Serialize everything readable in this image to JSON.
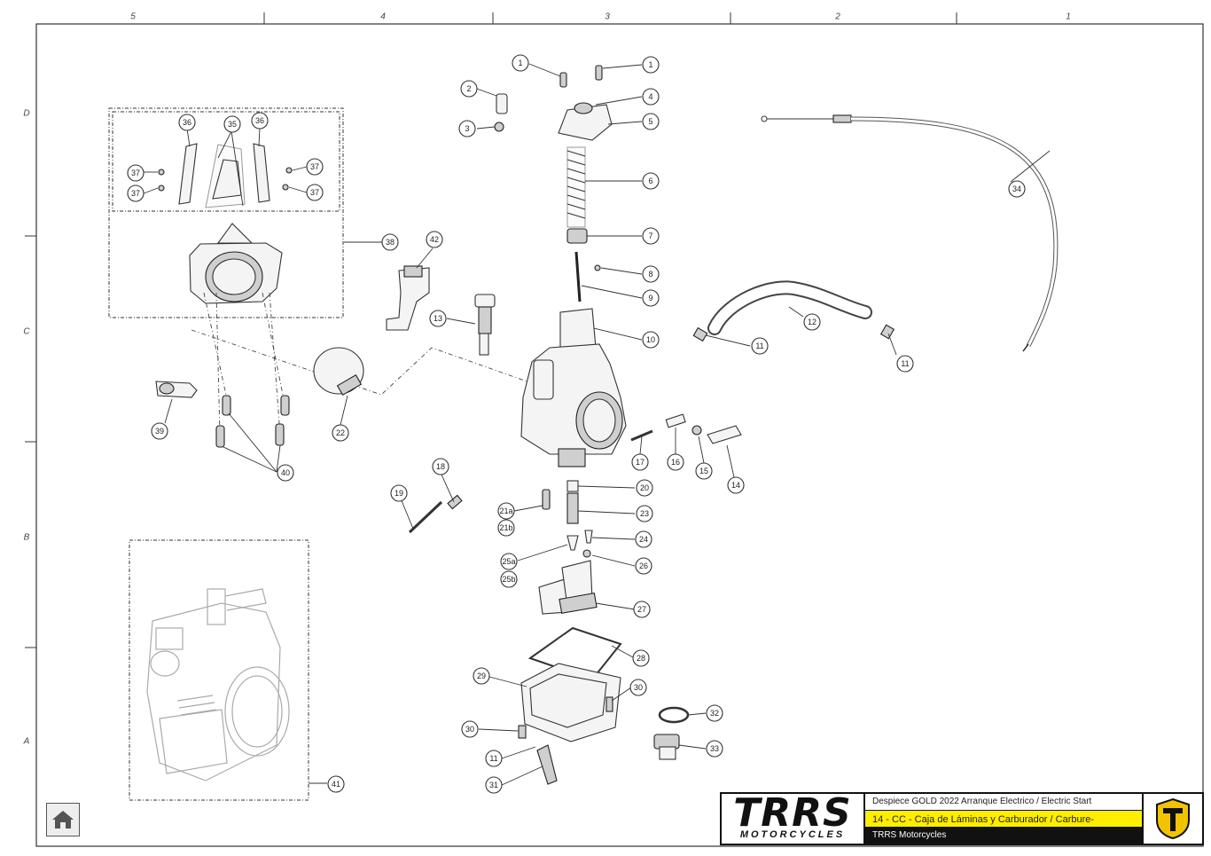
{
  "grid": {
    "columns": [
      "5",
      "4",
      "3",
      "2",
      "1"
    ],
    "rows": [
      "D",
      "C",
      "B",
      "A"
    ]
  },
  "callouts": [
    {
      "id": "c1a",
      "label": "1"
    },
    {
      "id": "c1b",
      "label": "1"
    },
    {
      "id": "c2",
      "label": "2"
    },
    {
      "id": "c3",
      "label": "3"
    },
    {
      "id": "c4",
      "label": "4"
    },
    {
      "id": "c5",
      "label": "5"
    },
    {
      "id": "c6",
      "label": "6"
    },
    {
      "id": "c7",
      "label": "7"
    },
    {
      "id": "c8",
      "label": "8"
    },
    {
      "id": "c9",
      "label": "9"
    },
    {
      "id": "c10",
      "label": "10"
    },
    {
      "id": "c11a",
      "label": "11"
    },
    {
      "id": "c11b",
      "label": "11"
    },
    {
      "id": "c11c",
      "label": "11"
    },
    {
      "id": "c12",
      "label": "12"
    },
    {
      "id": "c13",
      "label": "13"
    },
    {
      "id": "c14",
      "label": "14"
    },
    {
      "id": "c15",
      "label": "15"
    },
    {
      "id": "c16",
      "label": "16"
    },
    {
      "id": "c17",
      "label": "17"
    },
    {
      "id": "c18",
      "label": "18"
    },
    {
      "id": "c19",
      "label": "19"
    },
    {
      "id": "c20",
      "label": "20"
    },
    {
      "id": "c21a",
      "label": "21a"
    },
    {
      "id": "c21b",
      "label": "21b"
    },
    {
      "id": "c22",
      "label": "22"
    },
    {
      "id": "c23",
      "label": "23"
    },
    {
      "id": "c24",
      "label": "24"
    },
    {
      "id": "c25a",
      "label": "25a"
    },
    {
      "id": "c25b",
      "label": "25b"
    },
    {
      "id": "c26",
      "label": "26"
    },
    {
      "id": "c27",
      "label": "27"
    },
    {
      "id": "c28",
      "label": "28"
    },
    {
      "id": "c29",
      "label": "29"
    },
    {
      "id": "c30a",
      "label": "30"
    },
    {
      "id": "c30b",
      "label": "30"
    },
    {
      "id": "c31",
      "label": "31"
    },
    {
      "id": "c32",
      "label": "32"
    },
    {
      "id": "c33",
      "label": "33"
    },
    {
      "id": "c34",
      "label": "34"
    },
    {
      "id": "c35",
      "label": "35"
    },
    {
      "id": "c36a",
      "label": "36"
    },
    {
      "id": "c36b",
      "label": "36"
    },
    {
      "id": "c37a",
      "label": "37"
    },
    {
      "id": "c37b",
      "label": "37"
    },
    {
      "id": "c37c",
      "label": "37"
    },
    {
      "id": "c37d",
      "label": "37"
    },
    {
      "id": "c38",
      "label": "38"
    },
    {
      "id": "c39",
      "label": "39"
    },
    {
      "id": "c40",
      "label": "40"
    },
    {
      "id": "c41",
      "label": "41"
    },
    {
      "id": "c42",
      "label": "42"
    }
  ],
  "title_block": {
    "logo_main": "TRRS",
    "logo_sub": "MOTORCYCLES",
    "header": "Despiece GOLD 2022 Arranque Electrico / Electric Start",
    "section": "14 - CC - Caja de Láminas y Carburador / Carbure-",
    "company": "TRRS Motorcycles",
    "accent_color": "#ffee00"
  },
  "icons": {
    "home": "home-icon",
    "emblem": "trrs-emblem-icon"
  }
}
